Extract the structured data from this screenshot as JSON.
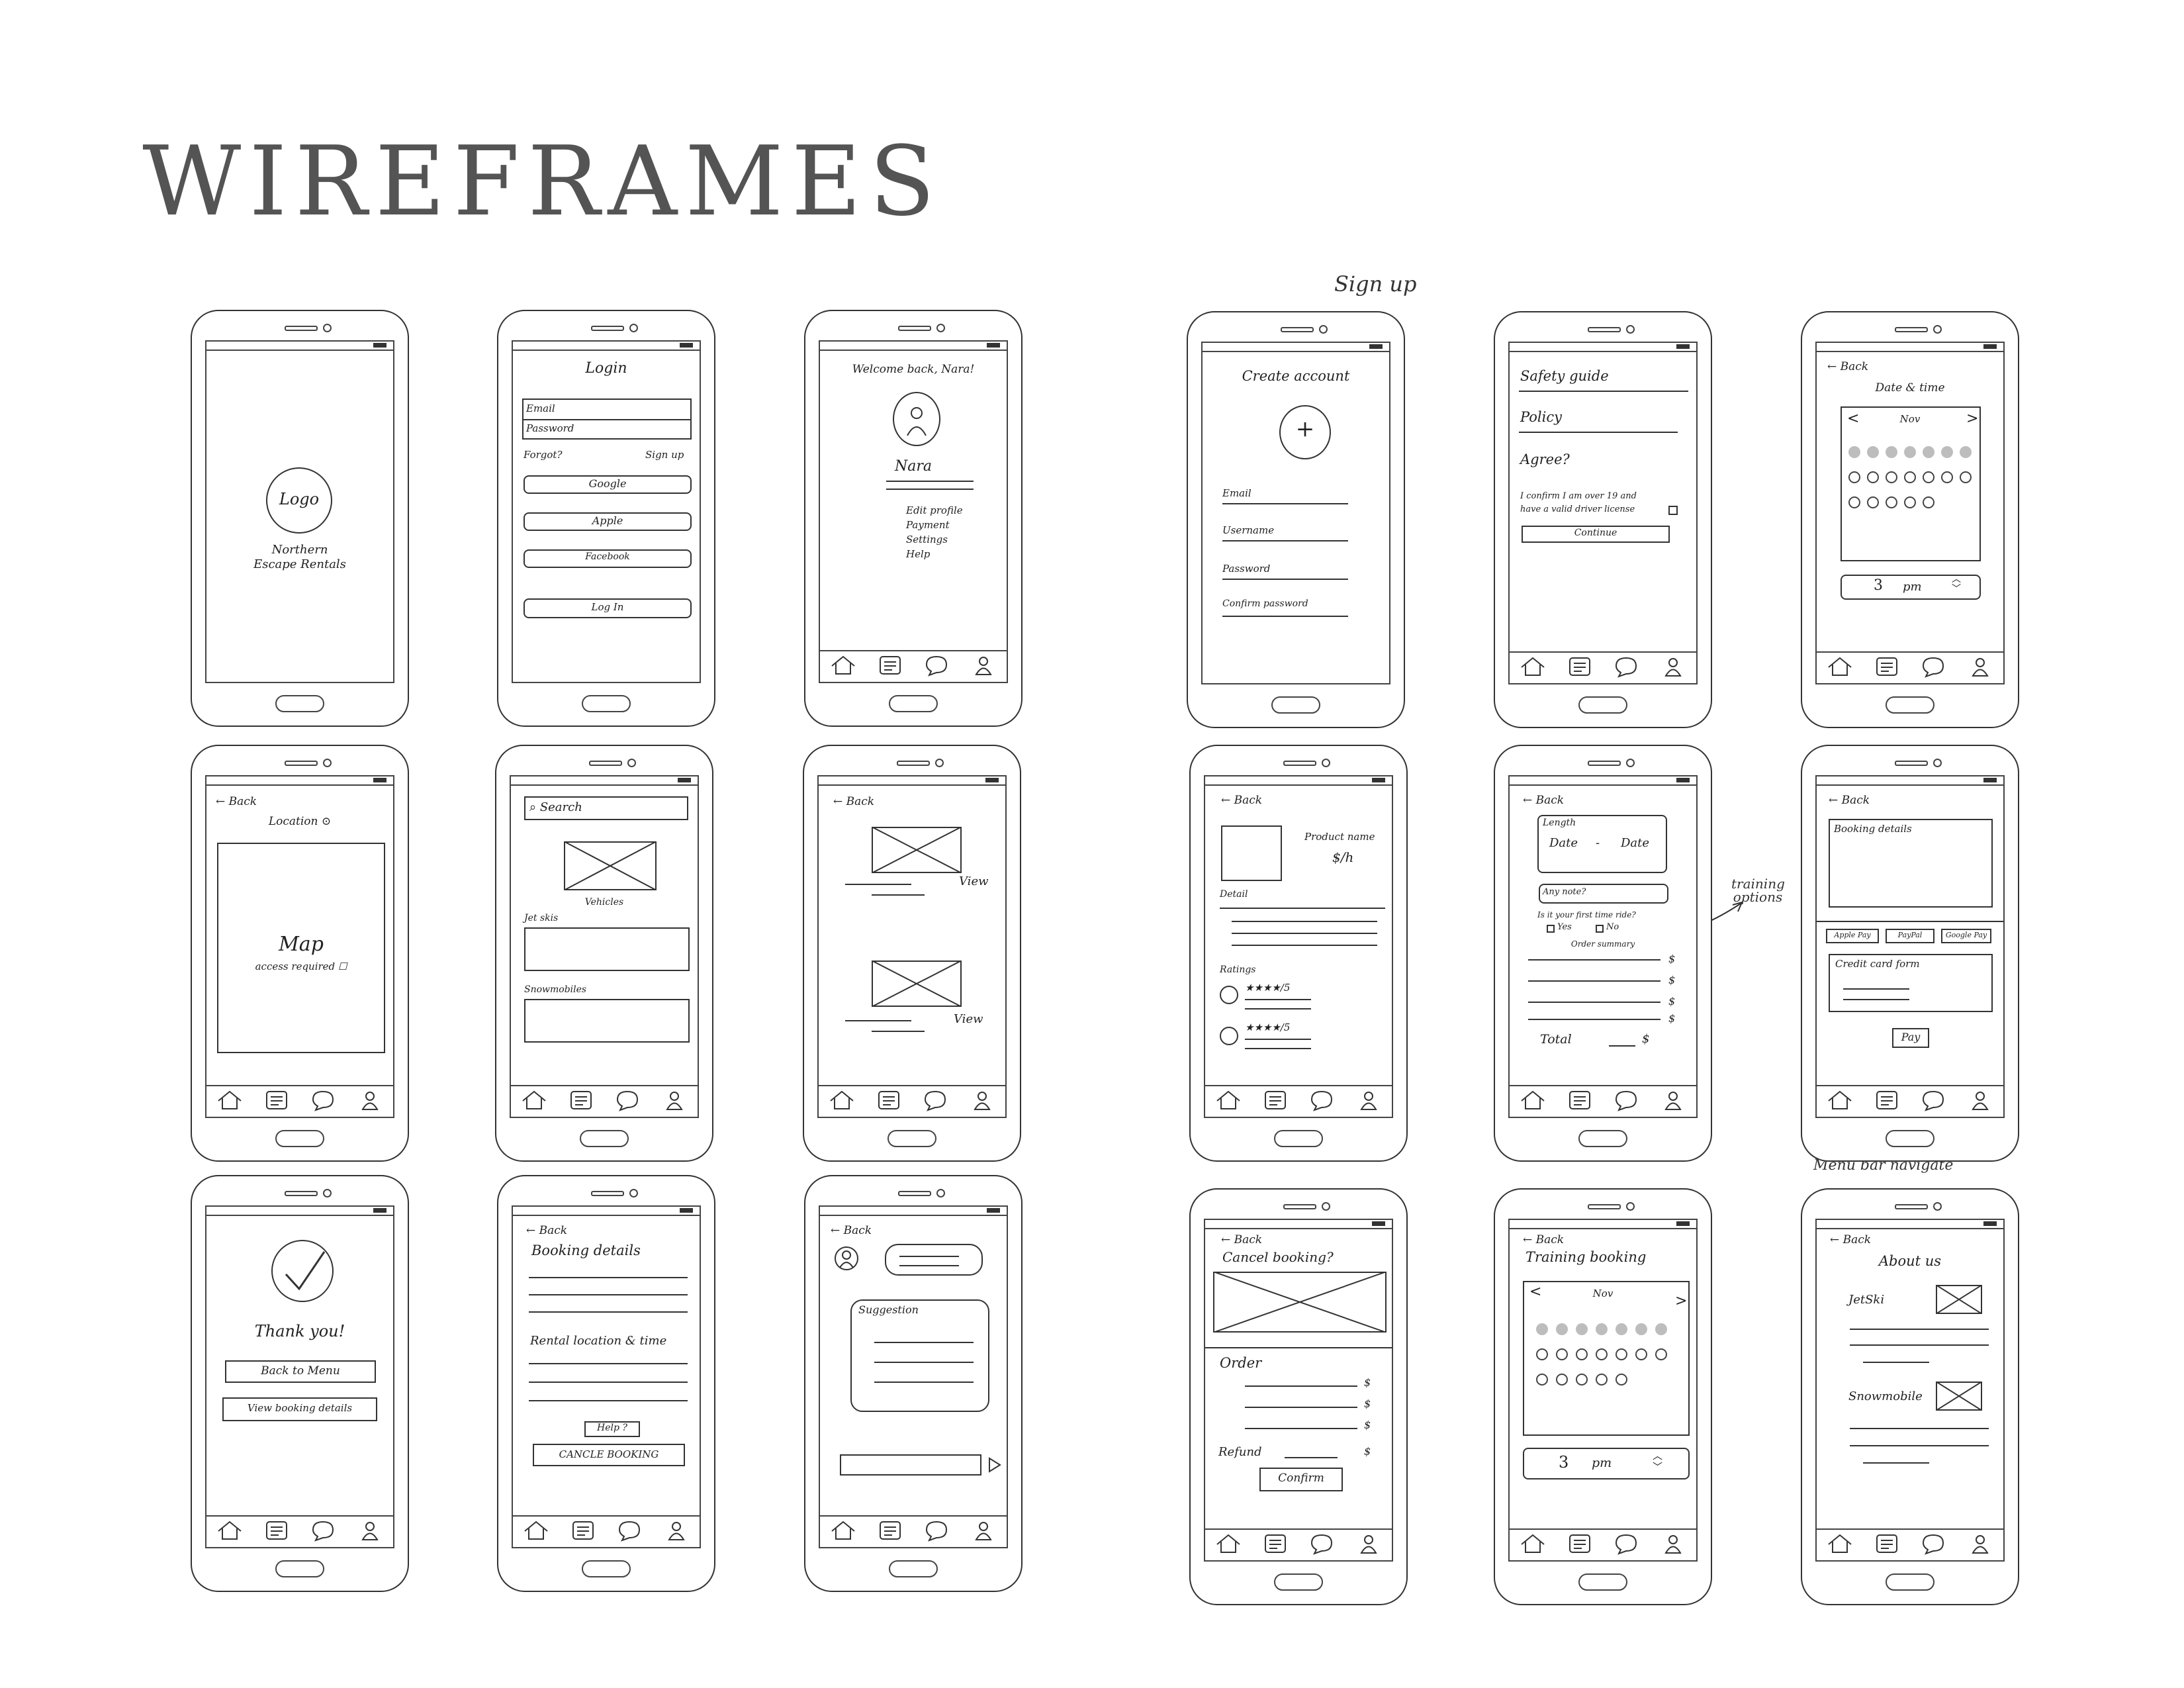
{
  "title": "WIREFRAMES",
  "notes": {
    "sign_up": "Sign up",
    "training_options": "training options",
    "menu_bar": "Menu bar navigate"
  },
  "screens": {
    "splash": {
      "logo": "Logo",
      "tagline_1": "Northern",
      "tagline_2": "Escape Rentals"
    },
    "login": {
      "title": "Login",
      "email": "Email",
      "password": "Password",
      "forgot": "Forgot?",
      "signup": "Sign up",
      "google": "Google",
      "apple": "Apple",
      "facebook": "Facebook",
      "login_btn": "Log In"
    },
    "profile": {
      "welcome": "Welcome back, Nara!",
      "name": "Nara",
      "menu": [
        "Edit profile",
        "Payment",
        "Settings",
        "Help"
      ]
    },
    "create_account": {
      "title": "Create account",
      "fields": [
        "Email",
        "Username",
        "Password",
        "Confirm password"
      ]
    },
    "safety": {
      "title": "Safety guide",
      "policy": "Policy",
      "agree": "Agree?",
      "confirm_1": "I confirm I am over 19 and",
      "confirm_2": "have a valid driver license",
      "button": "Continue"
    },
    "datetime": {
      "back": "Back",
      "title": "Date & time",
      "month": "Nov",
      "time": "3",
      "pm": "pm"
    },
    "location": {
      "back": "Back",
      "title": "Location",
      "map": "Map",
      "access": "access required"
    },
    "search": {
      "search": "Search",
      "vehicles": "Vehicles",
      "jetskis": "Jet skis",
      "snowmobiles": "Snowmobiles"
    },
    "list": {
      "back": "Back",
      "view": "View"
    },
    "product": {
      "back": "Back",
      "name": "Product name",
      "price": "$/h",
      "detail": "Detail",
      "ratings": "Ratings",
      "stars": "★★★★/5"
    },
    "booking_form": {
      "back": "Back",
      "length": "Length",
      "date_from": "Date",
      "date_sep": "-",
      "date_to": "Date",
      "any_note": "Any note?",
      "first_ride": "Is it your first time ride?",
      "yes": "Yes",
      "no": "No",
      "summary": "Order summary",
      "dollar": "$",
      "total": "Total",
      "total_dollar": "$"
    },
    "payment": {
      "back": "Back",
      "details": "Booking details",
      "apple_pay": "Apple Pay",
      "paypal": "PayPal",
      "google_pay": "Google Pay",
      "card": "Credit card form",
      "pay": "Pay"
    },
    "thanks": {
      "thanks": "Thank you!",
      "back_menu": "Back to Menu",
      "view_details": "View booking details"
    },
    "booking_details": {
      "back": "Back",
      "title": "Booking details",
      "rental": "Rental location & time",
      "help": "Help ?",
      "cancel": "CANCLE BOOKING"
    },
    "chat": {
      "back": "Back",
      "suggestion": "Suggestion"
    },
    "cancel": {
      "back": "Back",
      "title": "Cancel booking?",
      "order": "Order",
      "dollar": "$",
      "refund": "Refund",
      "confirm": "Confirm"
    },
    "training": {
      "back": "Back",
      "title": "Training booking",
      "month": "Nov",
      "time": "3",
      "pm": "pm"
    },
    "about": {
      "back": "Back",
      "title": "About us",
      "jetski": "JetSki",
      "snowmobile": "Snowmobile"
    }
  }
}
